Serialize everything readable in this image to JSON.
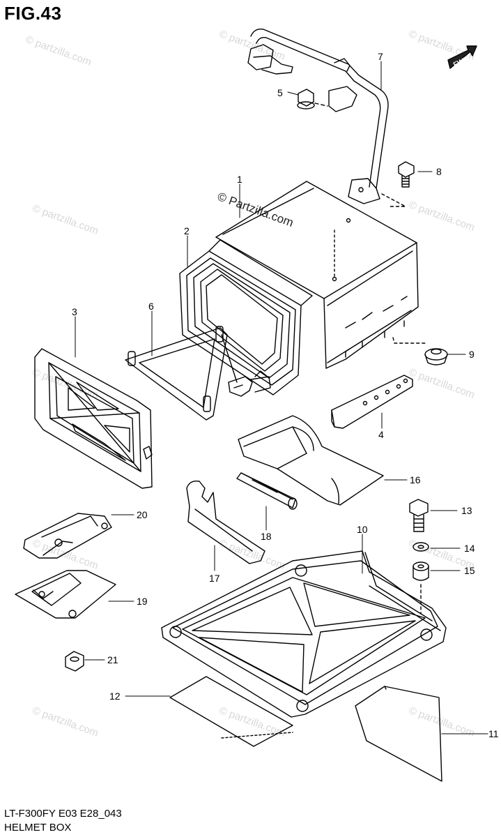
{
  "figure": {
    "title": "FIG.43",
    "footer_code": "LT-F300FY E03 E28_043",
    "footer_name": "HELMET BOX",
    "watermark_main": "© Partzilla.com",
    "watermark_faint": "© partzilla.com",
    "forward_arrow_text": "FWD"
  },
  "callouts": [
    {
      "label": "1"
    },
    {
      "label": "2"
    },
    {
      "label": "3"
    },
    {
      "label": "4"
    },
    {
      "label": "5"
    },
    {
      "label": "6"
    },
    {
      "label": "7"
    },
    {
      "label": "8"
    },
    {
      "label": "9"
    },
    {
      "label": "10"
    },
    {
      "label": "11"
    },
    {
      "label": "12"
    },
    {
      "label": "13"
    },
    {
      "label": "14"
    },
    {
      "label": "15"
    },
    {
      "label": "16"
    },
    {
      "label": "17"
    },
    {
      "label": "18"
    },
    {
      "label": "19"
    },
    {
      "label": "20"
    },
    {
      "label": "21"
    }
  ]
}
